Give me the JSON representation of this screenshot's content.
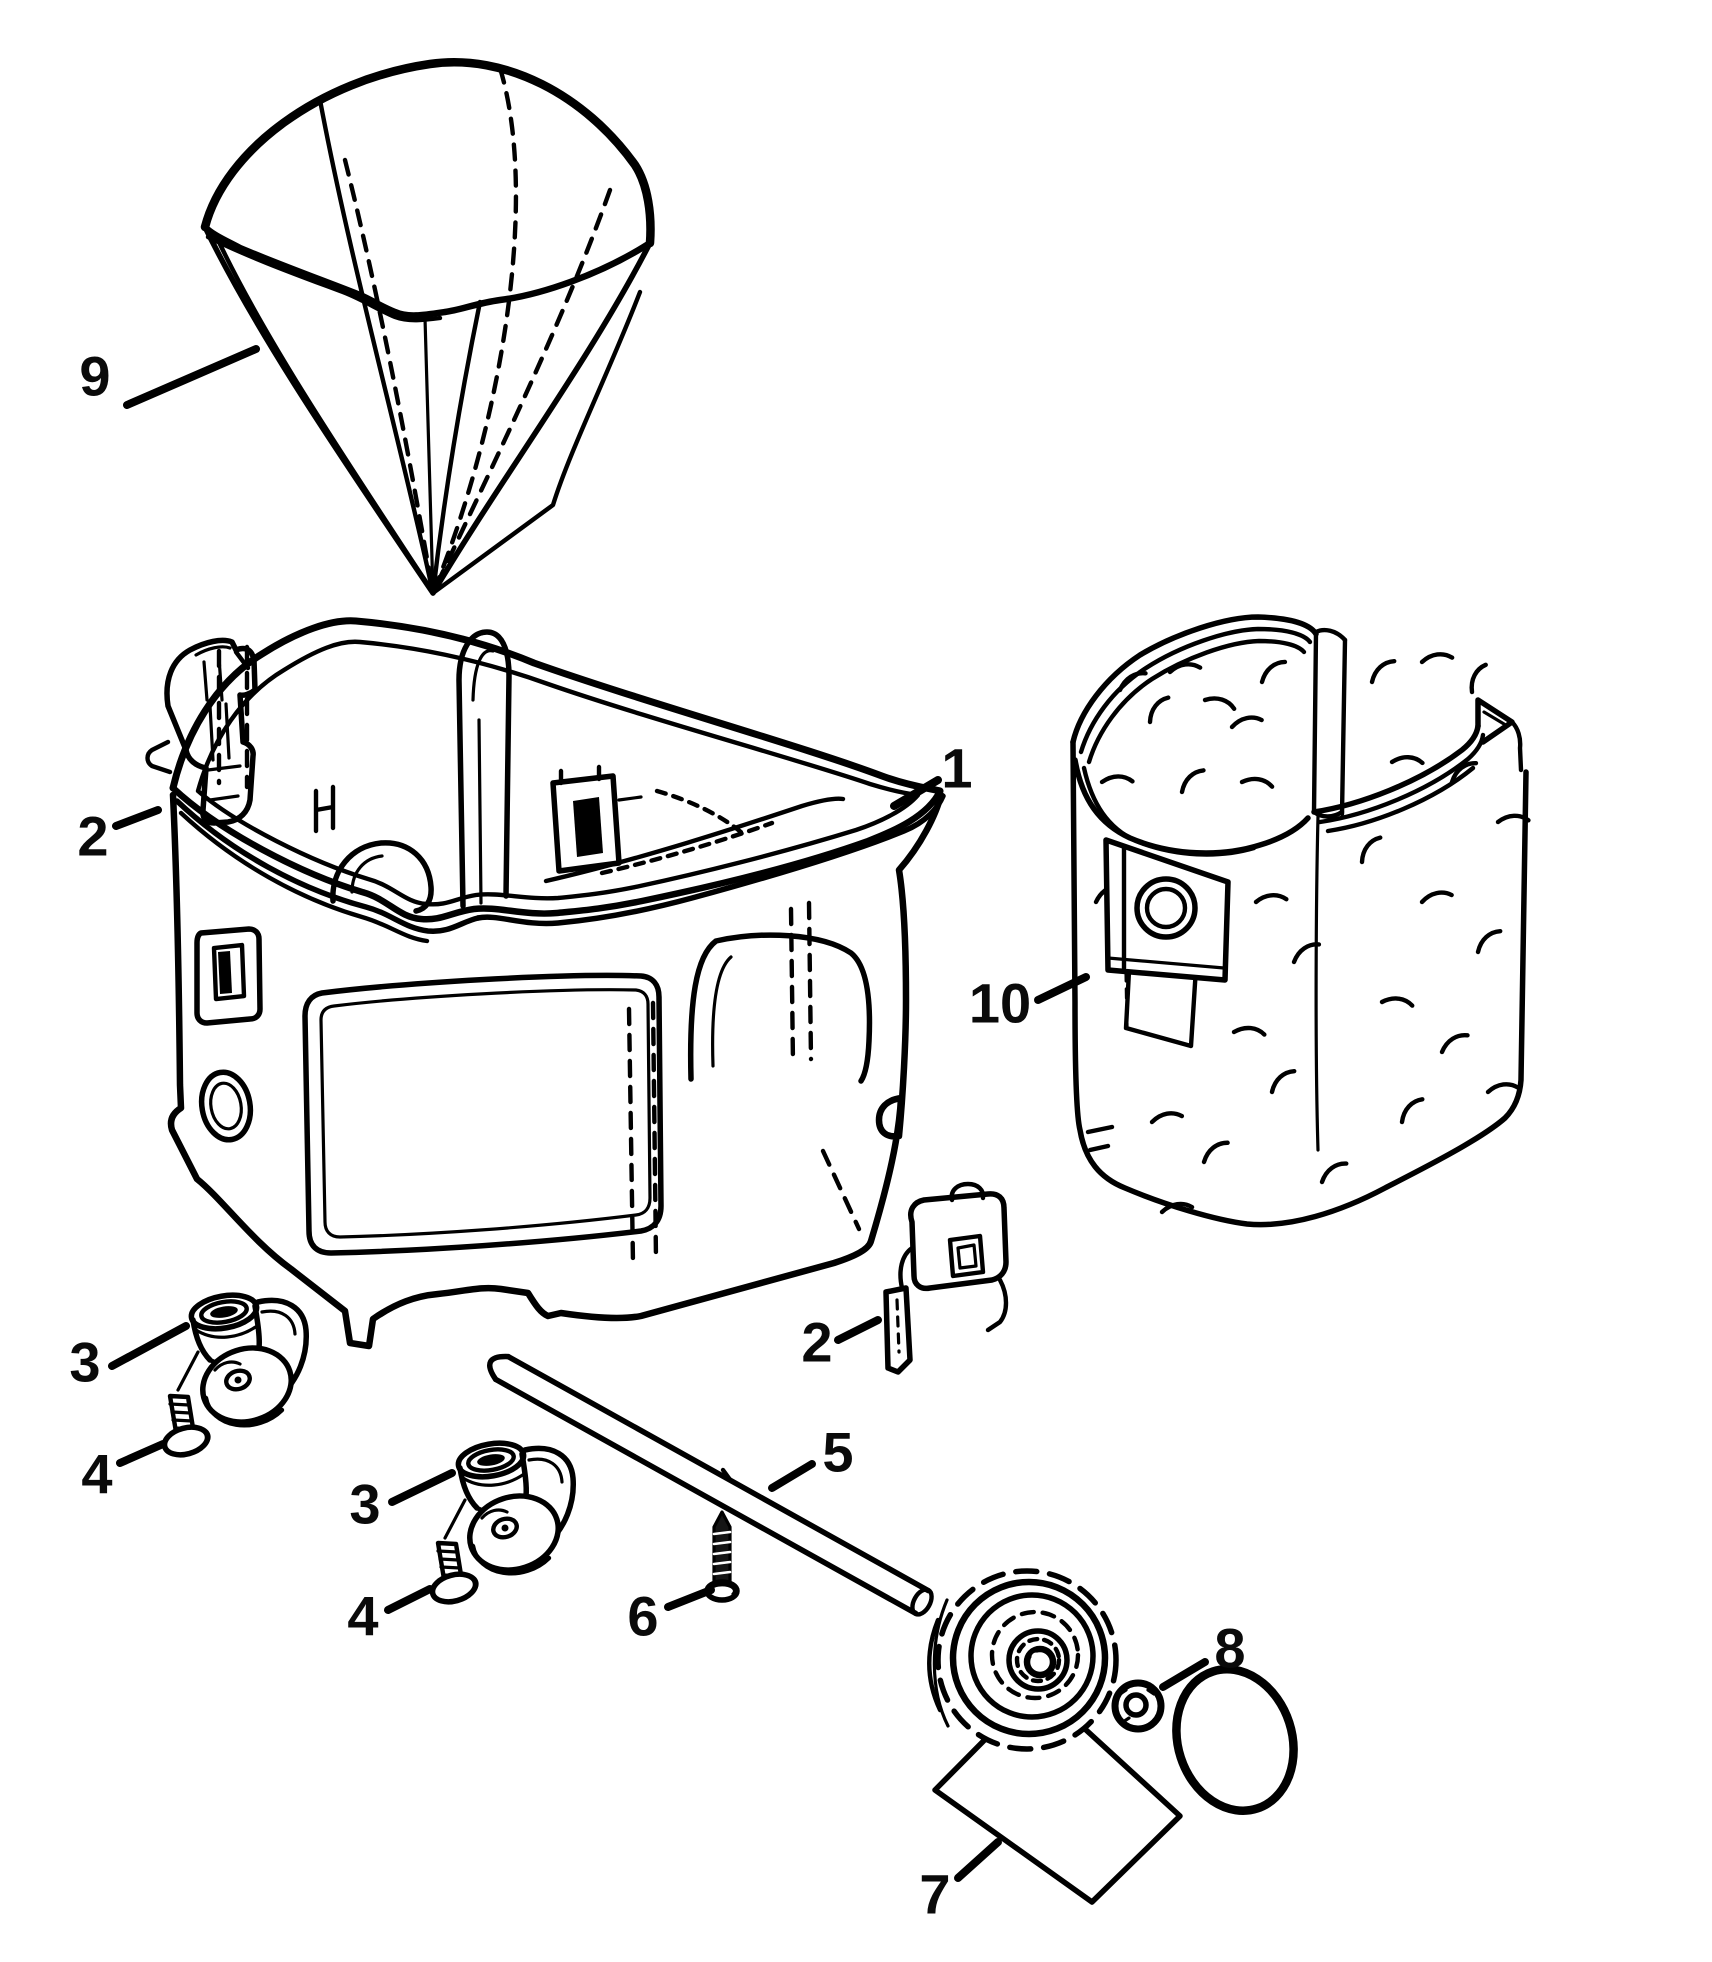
{
  "diagram": {
    "background_color": "#ffffff",
    "ink_color": "#000000",
    "style": "black line-art exploded parts diagram",
    "callouts": [
      {
        "label": "1",
        "target": "tank-container"
      },
      {
        "label": "2",
        "target": "lid-clip-upper-left"
      },
      {
        "label": "2",
        "target": "lid-clip-lower-right"
      },
      {
        "label": "3",
        "target": "caster-left"
      },
      {
        "label": "3",
        "target": "caster-center"
      },
      {
        "label": "4",
        "target": "caster-screw-left"
      },
      {
        "label": "4",
        "target": "caster-screw-center"
      },
      {
        "label": "5",
        "target": "axle-rod"
      },
      {
        "label": "6",
        "target": "wheel-screw"
      },
      {
        "label": "7",
        "target": "wheel-kit"
      },
      {
        "label": "8",
        "target": "axle-nut"
      },
      {
        "label": "9",
        "target": "cone-filter"
      },
      {
        "label": "10",
        "target": "filter-bag"
      }
    ]
  }
}
